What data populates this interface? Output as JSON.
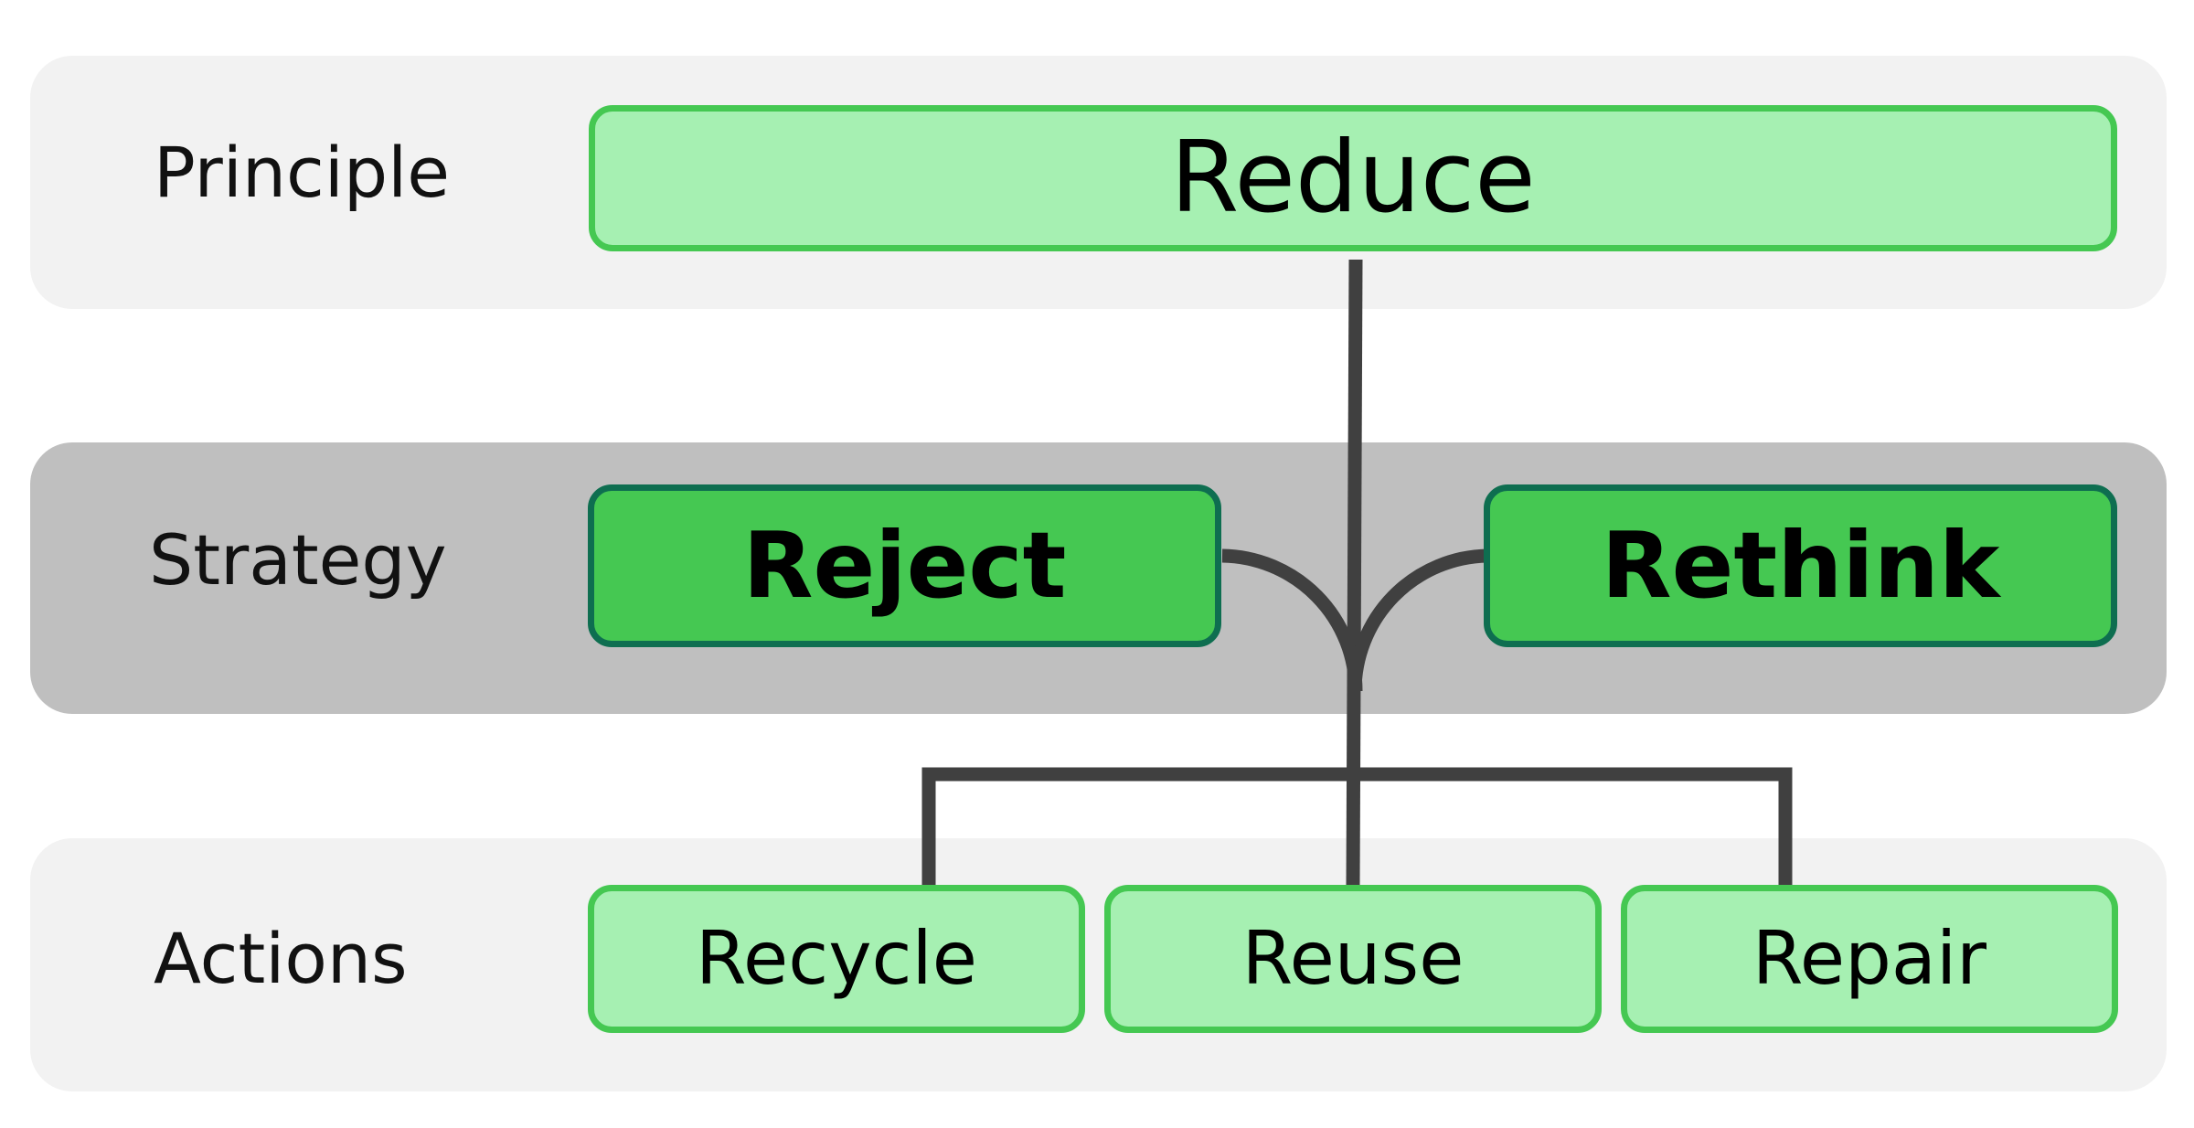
{
  "rows": {
    "principle": "Principle",
    "strategy": "Strategy",
    "actions": "Actions"
  },
  "nodes": {
    "reduce": "Reduce",
    "reject": "Reject",
    "rethink": "Rethink",
    "recycle": "Recycle",
    "reuse": "Reuse",
    "repair": "Repair"
  },
  "colors": {
    "band_light": "#f2f2f2",
    "band_dark": "#bfbfbf",
    "node_light_fill": "#a6f0b2",
    "node_light_border": "#45c852",
    "node_dark_fill": "#45c852",
    "node_dark_border": "#0e6e50",
    "connector": "#404040"
  }
}
